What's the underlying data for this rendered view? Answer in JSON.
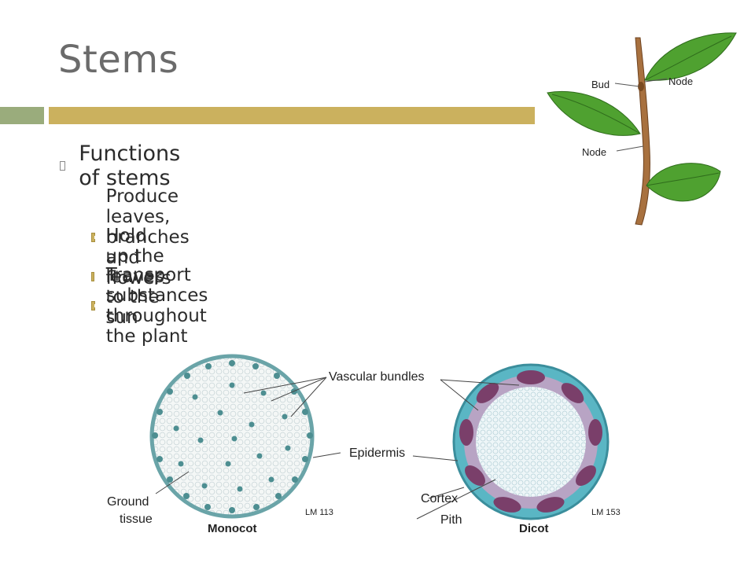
{
  "slide": {
    "title": "Stems",
    "bullets": {
      "main": "Functions of stems",
      "subs": [
        "Produce leaves, branches and flowers",
        "Hold up the leaves to the sun",
        "Transport substances throughout the plant"
      ]
    }
  },
  "plant_figure": {
    "label_bud": "Bud",
    "label_node_top": "Node",
    "label_node_bottom": "Node"
  },
  "cross_section_figure": {
    "label_vascular": "Vascular bundles",
    "label_epidermis": "Epidermis",
    "label_ground_line1": "Ground",
    "label_ground_line2": "tissue",
    "label_cortex": "Cortex",
    "label_pith": "Pith",
    "label_monocot": "Monocot",
    "label_dicot": "Dicot",
    "label_lm_monocot": "LM 113",
    "label_lm_dicot": "LM 153"
  },
  "colors": {
    "title": "#6b6b6b",
    "accent_green": "#9aac7c",
    "accent_gold": "#cbb15e"
  }
}
